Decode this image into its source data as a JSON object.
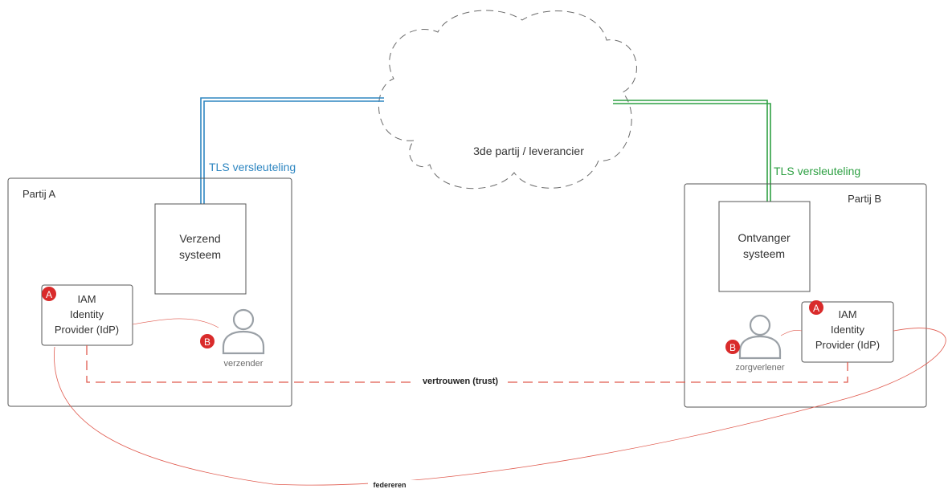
{
  "cloud": {
    "label": "3de partij / leverancier"
  },
  "tls_left": {
    "label": "TLS versleuteling",
    "color": "#2e86c1"
  },
  "tls_right": {
    "label": "TLS versleuteling",
    "color": "#2ea043"
  },
  "party_a": {
    "title": "Partij A",
    "system": {
      "line1": "Verzend",
      "line2": "systeem"
    },
    "idp": {
      "line1": "IAM",
      "line2": "Identity",
      "line3": "Provider (IdP)",
      "badge": "A"
    },
    "person": {
      "label": "verzender",
      "badge": "B",
      "icon": "person-icon"
    }
  },
  "party_b": {
    "title": "Partij B",
    "system": {
      "line1": "Ontvanger",
      "line2": "systeem"
    },
    "idp": {
      "line1": "IAM",
      "line2": "Identity",
      "line3": "Provider (IdP)",
      "badge": "A"
    },
    "person": {
      "label": "zorgverlener",
      "badge": "B",
      "icon": "person-icon"
    }
  },
  "trust": {
    "label": "vertrouwen (trust)",
    "color": "#e05a4e"
  },
  "federation": {
    "label": "federeren",
    "color": "#e05a4e"
  },
  "colors": {
    "badge": "#d92b2b",
    "box_stroke": "#555555",
    "person": "#9aa0a6",
    "text": "#333333"
  }
}
